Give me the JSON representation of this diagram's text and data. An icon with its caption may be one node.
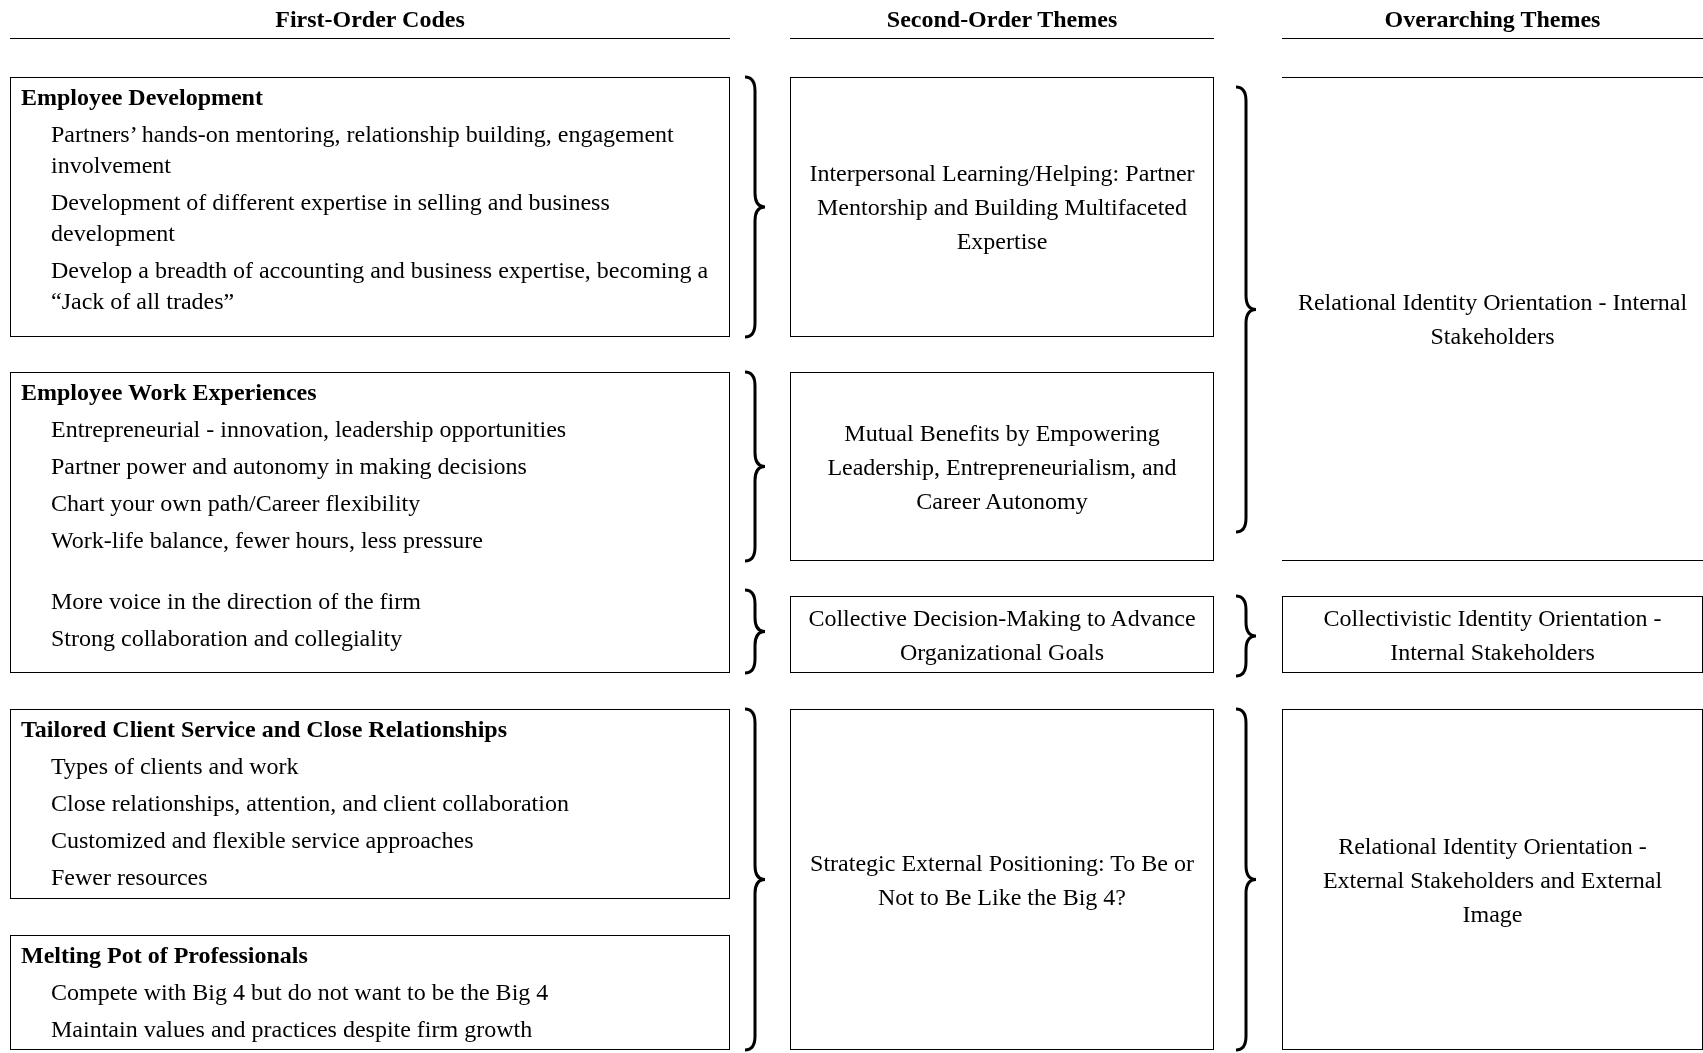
{
  "diagram": {
    "nodes": [
      {
        "text": [
          "Employee Development",
          "Partners’ hands-on mentoring, relationship building, engagement involvement",
          "Development of different expertise in selling and business development",
          "Develop a breadth of accounting and business expertise, becoming a “Jack of all trades”"
        ]
      },
      {
        "text": [
          "Employee Work Experiences",
          "Entrepreneurial - innovation, leadership opportunities",
          "Partner power and autonomy in making decisions",
          "Chart your own path/Career flexibility",
          "Work-life balance, fewer hours, less pressure",
          "More voice in the direction of the firm",
          "Strong collaboration and collegiality"
        ]
      },
      {
        "text": [
          "Tailored Client Service and Close Relationships",
          "Types of clients and work",
          "Close relationships, attention, and client collaboration",
          "Customized and flexible service approaches",
          "Fewer resources"
        ]
      },
      {
        "text": [
          "Melting Pot of Professionals",
          "Compete with Big 4 but do not want to be the Big 4",
          "Maintain values and practices despite firm growth"
        ]
      },
      {
        "text": [
          "Interpersonal Learning/Helping: Partner Mentorship and Building Multifaceted Expertise"
        ]
      },
      {
        "text": [
          "Mutual Benefits by Empowering Leadership, Entrepreneurialism, and Career Autonomy"
        ]
      },
      {
        "text": [
          "Collective Decision-Making to Advance Organizational Goals"
        ]
      },
      {
        "text": [
          "Strategic External Positioning: To Be or Not to Be Like the Big 4?"
        ]
      },
      {
        "text": [
          "Relational Identity Orientation - Internal Stakeholders"
        ]
      },
      {
        "text": [
          "Collectivistic Identity Orientation - Internal Stakeholders"
        ]
      },
      {
        "text": [
          "Relational Identity Orientation - External Stakeholders and External Image"
        ]
      }
    ],
    "labels": [
      "First-Order Codes",
      "Second-Order Themes",
      "Overarching Themes"
    ]
  }
}
